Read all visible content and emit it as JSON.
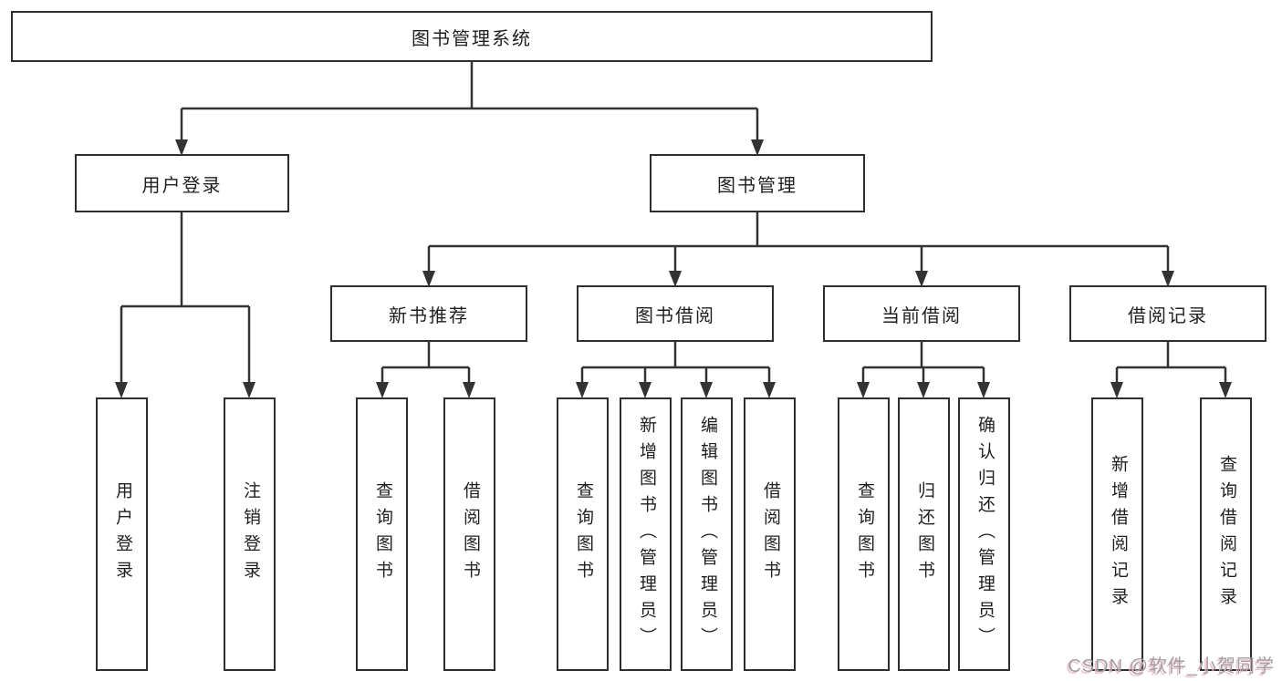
{
  "diagram": {
    "title_node": "图书管理系统",
    "root": {
      "label": "图书管理系统"
    },
    "branches": [
      {
        "label": "用户登录",
        "children": [
          {
            "label": "用户登录"
          },
          {
            "label": "注销登录"
          }
        ]
      },
      {
        "label": "图书管理",
        "children": [
          {
            "label": "新书推荐",
            "children": [
              {
                "label": "查询图书"
              },
              {
                "label": "借阅图书"
              }
            ]
          },
          {
            "label": "图书借阅",
            "children": [
              {
                "label": "查询图书"
              },
              {
                "label": "新增图书（管理员）"
              },
              {
                "label": "编辑图书（管理员）"
              },
              {
                "label": "借阅图书"
              }
            ]
          },
          {
            "label": "当前借阅",
            "children": [
              {
                "label": "查询图书"
              },
              {
                "label": "归还图书"
              },
              {
                "label": "确认归还（管理员）"
              }
            ]
          },
          {
            "label": "借阅记录",
            "children": [
              {
                "label": "新增借阅记录"
              },
              {
                "label": "查询借阅记录"
              }
            ]
          }
        ]
      }
    ]
  },
  "watermark": {
    "text": "CSDN @软件_小贺同学"
  },
  "colors": {
    "line": "#333333",
    "box_border": "#2e2e2e",
    "text": "#1f1f1f",
    "background": "#ffffff",
    "watermark_gray": "#a0a0a0",
    "watermark_pink": "#eeb6c4"
  }
}
